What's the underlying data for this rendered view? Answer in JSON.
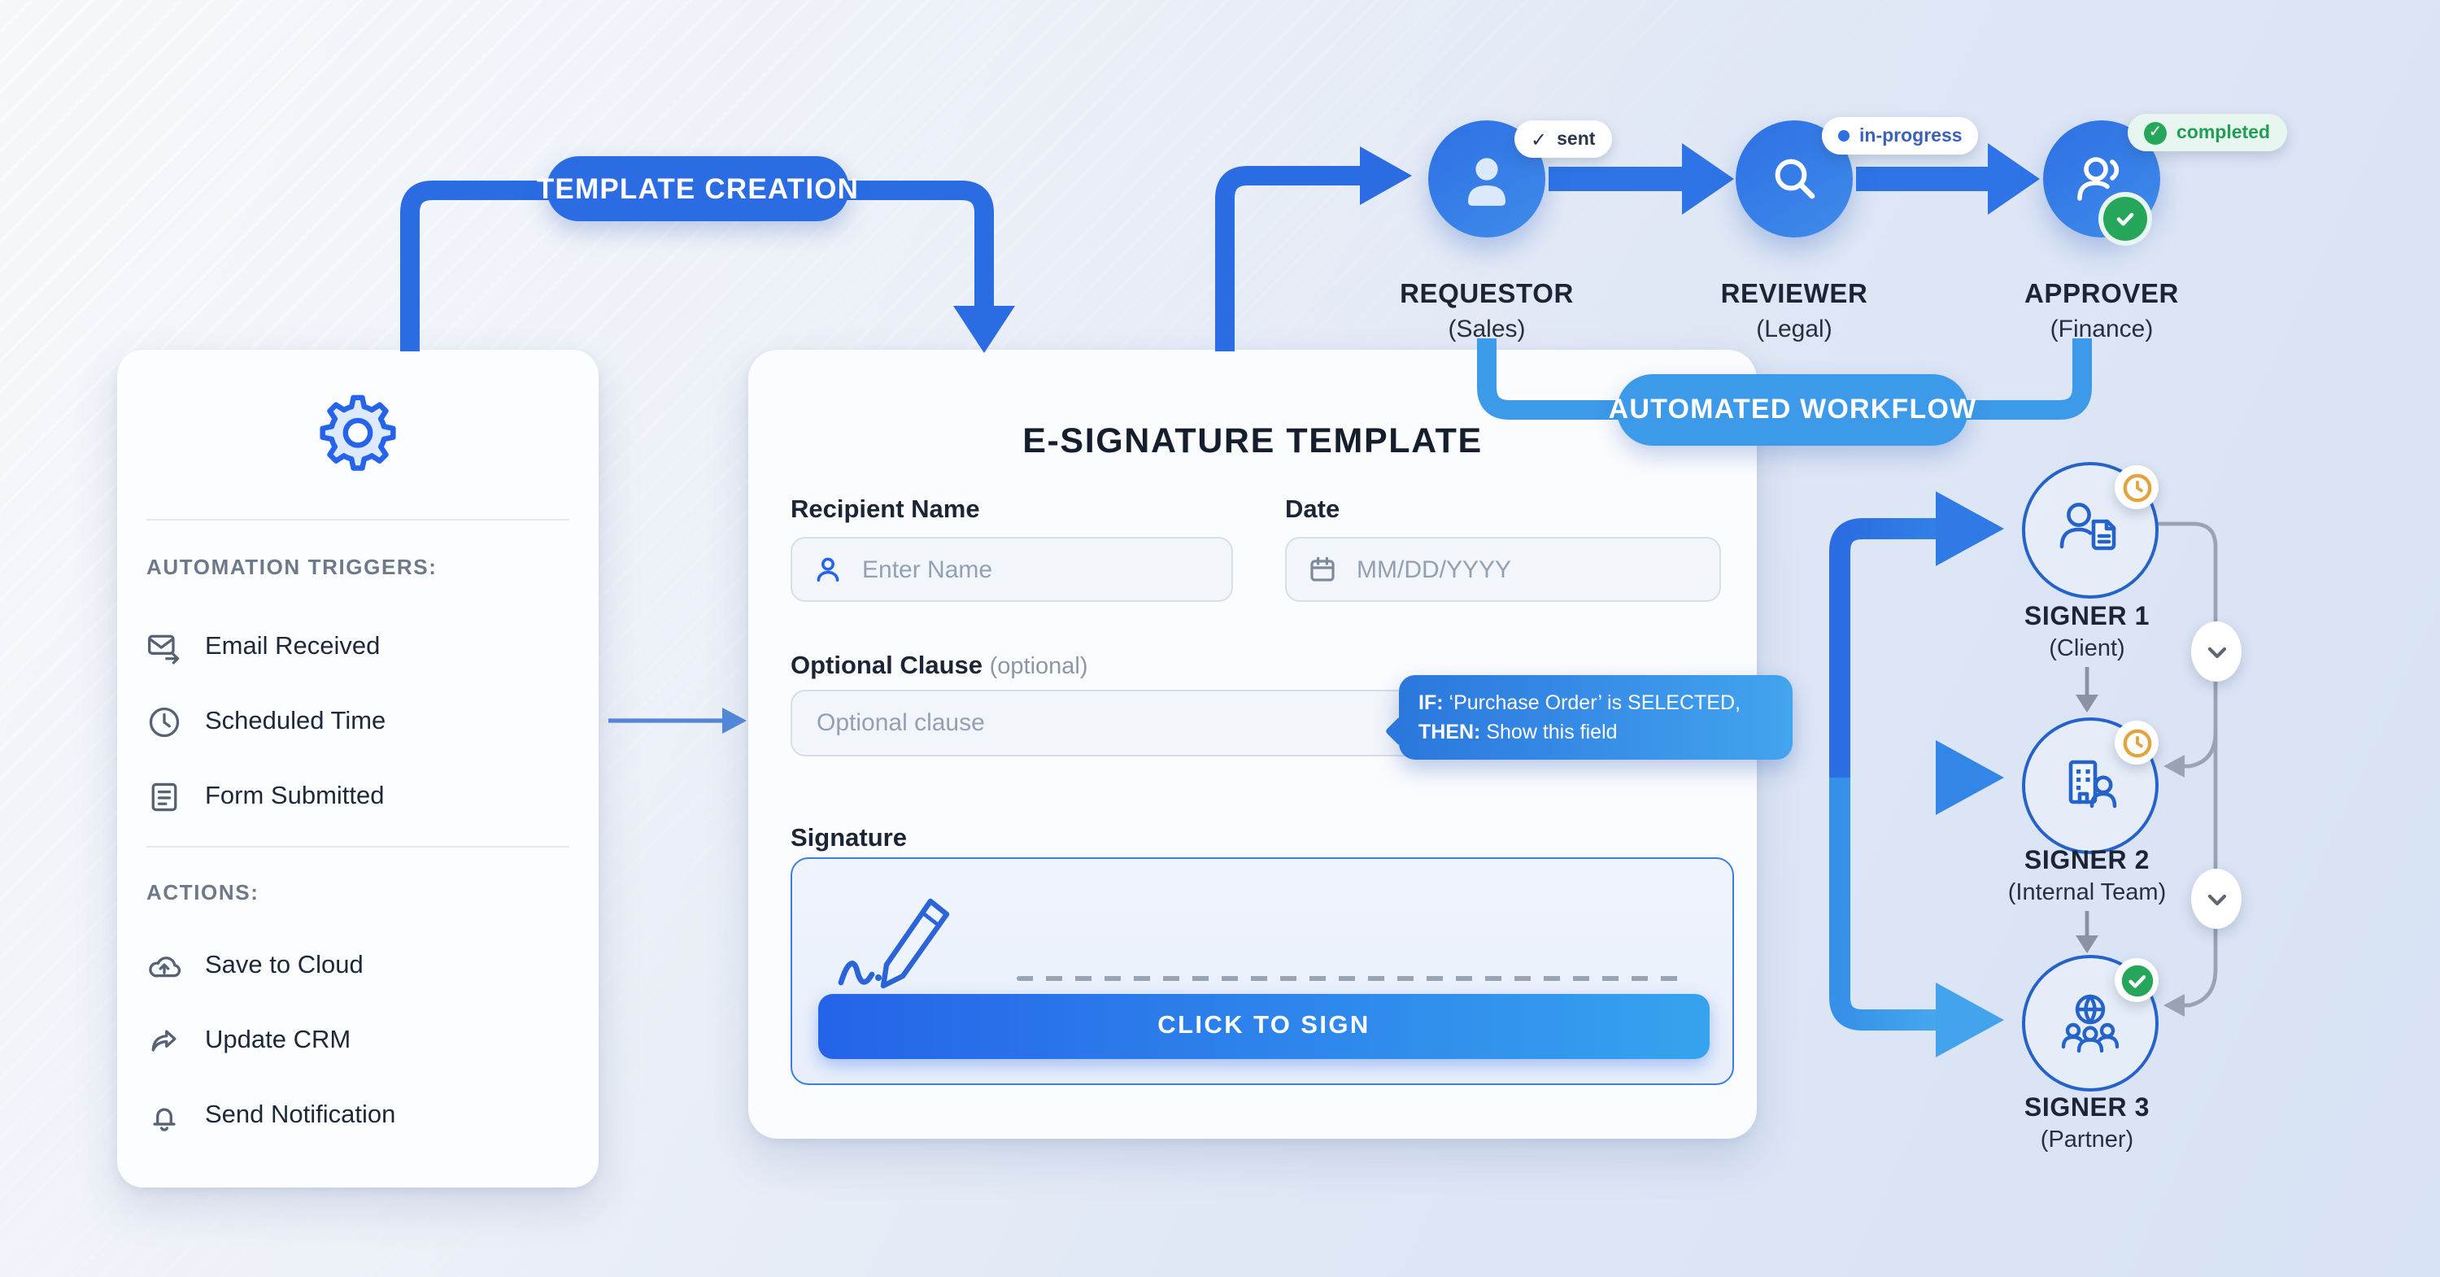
{
  "badges": {
    "template_creation": "TEMPLATE CREATION",
    "automated_workflow": "AUTOMATED WORKFLOW"
  },
  "sidebar": {
    "triggers_header": "AUTOMATION TRIGGERS:",
    "triggers": [
      {
        "icon": "email-received-icon",
        "label": "Email Received"
      },
      {
        "icon": "clock-icon",
        "label": "Scheduled Time"
      },
      {
        "icon": "form-document-icon",
        "label": "Form Submitted"
      }
    ],
    "actions_header": "ACTIONS:",
    "actions": [
      {
        "icon": "cloud-upload-icon",
        "label": "Save to Cloud"
      },
      {
        "icon": "share-forward-icon",
        "label": "Update CRM"
      },
      {
        "icon": "bell-icon",
        "label": "Send Notification"
      }
    ]
  },
  "participants": [
    {
      "role": "REQUESTOR",
      "dept": "(Sales)",
      "status": "sent",
      "icon": "user-icon"
    },
    {
      "role": "REVIEWER",
      "dept": "(Legal)",
      "status": "in-progress",
      "icon": "magnifier-icon"
    },
    {
      "role": "APPROVER",
      "dept": "(Finance)",
      "status": "completed",
      "icon": "user-group-check-icon"
    }
  ],
  "form": {
    "title": "E-SIGNATURE TEMPLATE",
    "recipient_label": "Recipient Name",
    "recipient_placeholder": "Enter Name",
    "date_label": "Date",
    "date_placeholder": "MM/DD/YYYY",
    "clause_label": "Optional Clause",
    "clause_optional": "(optional)",
    "clause_placeholder": "Optional clause",
    "signature_label": "Signature",
    "sign_button": "CLICK TO SIGN"
  },
  "tooltip": {
    "if_prefix": "IF:",
    "if_text": " ‘Purchase Order’ is SELECTED,",
    "then_prefix": "THEN:",
    "then_text": " Show this field"
  },
  "signers": [
    {
      "name": "SIGNER 1",
      "dept": "(Client)",
      "badge_icon": "clock",
      "icon": "person-document-icon"
    },
    {
      "name": "SIGNER 2",
      "dept": "(Internal Team)",
      "badge_icon": "clock",
      "icon": "building-person-icon"
    },
    {
      "name": "SIGNER 3",
      "dept": "(Partner)",
      "badge_icon": "check",
      "icon": "globe-people-icon"
    }
  ],
  "icons": {
    "check_glyph": "✓"
  },
  "colors": {
    "primary_blue": "#2b6ce2",
    "light_blue": "#3d9ae8",
    "accent_green": "#26a65b",
    "clock_orange": "#e2a43e",
    "connector_gray": "#9aa3b3"
  }
}
